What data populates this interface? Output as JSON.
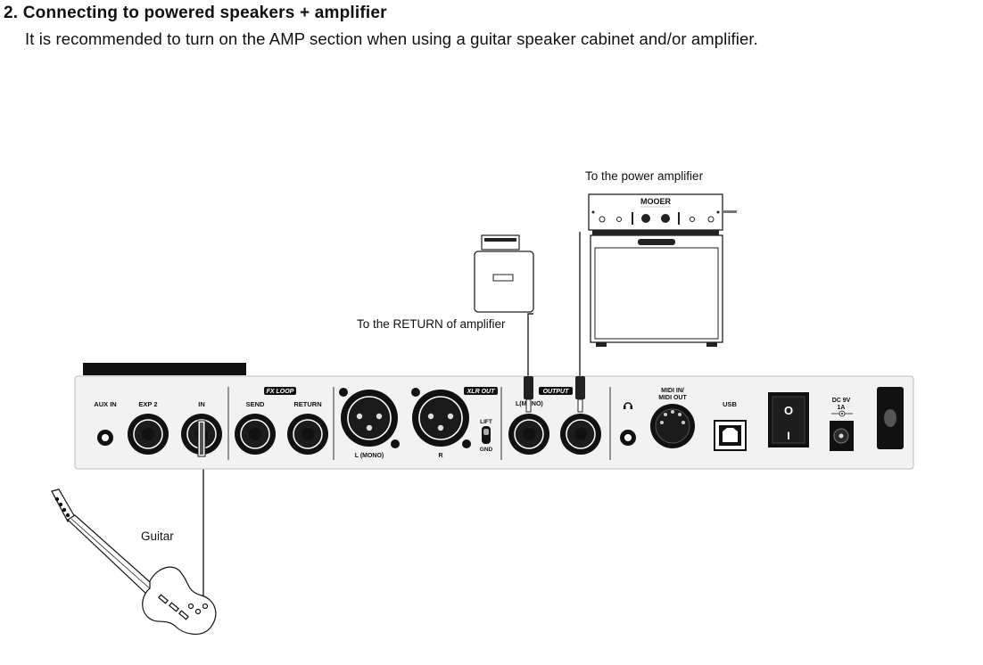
{
  "heading": "2. Connecting to powered speakers + amplifier",
  "intro": "It is recommended to turn on the AMP section when using a guitar speaker cabinet and/or amplifier.",
  "labels": {
    "power_amp": "To the power amplifier",
    "return_amp": "To the RETURN of amplifier",
    "guitar": "Guitar"
  },
  "amp_head": {
    "brand": "MOOER"
  },
  "panel": {
    "aux_in": "AUX IN",
    "exp2": "EXP 2",
    "in": "IN",
    "fx_loop": "FX LOOP",
    "send": "SEND",
    "return": "RETURN",
    "xlr_out": "XLR OUT",
    "xlr_l": "L (MONO)",
    "xlr_r": "R",
    "lift": "LIFT",
    "gnd": "GND",
    "output": "OUTPUT",
    "output_l": "L(MONO)",
    "midi_line1": "MIDI IN/",
    "midi_line2": "MIDI OUT",
    "usb": "USB",
    "dc_line1": "DC 9V",
    "dc_line2": "1A",
    "power_on": "O",
    "power_off": "I"
  },
  "icons": [
    "headphone-icon",
    "dc-polarity-icon"
  ]
}
